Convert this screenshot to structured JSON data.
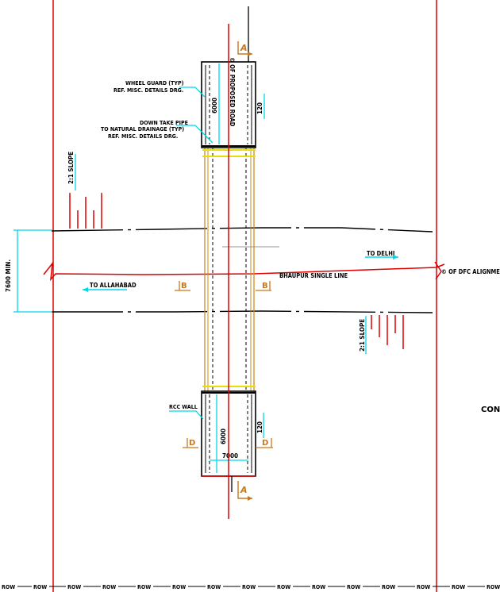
{
  "drawing": {
    "labels": {
      "wheel_guard_1": "WHEEL GUARD (TYP)",
      "wheel_guard_2": "REF. MISC. DETAILS DRG.",
      "down_take_1": "DOWN TAKE PIPE",
      "down_take_2": "TO NATURAL DRAINAGE (TYP)",
      "down_take_3": "REF. MISC. DETAILS DRG.",
      "slope_top": "2:1 SLOPE",
      "slope_bottom": "2:1 SLOPE",
      "min_width": "7600 MIN.",
      "to_delhi": "TO DELHI",
      "to_allahabad": "TO ALLAHABAD",
      "single_line": "BHAUPUR SINGLE LINE",
      "dfc_alignment": "© OF DFC ALIGNMENT",
      "road_centerline": "© OF PROPOSED ROAD",
      "rcc_wall": "RCC WALL",
      "dim_6000_top": "6000",
      "dim_120_top": "120",
      "dim_6000_bottom": "6000",
      "dim_120_bottom": "120",
      "dim_7000": "7000",
      "cons": "CONS",
      "row": "ROW"
    },
    "section_marks": {
      "a": "A",
      "b": "B",
      "d": "D"
    }
  }
}
